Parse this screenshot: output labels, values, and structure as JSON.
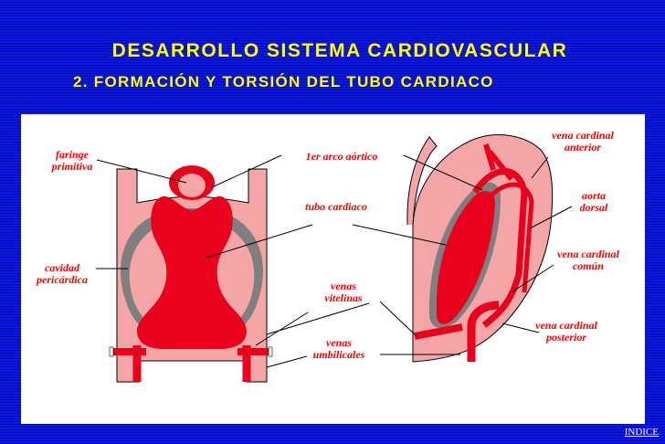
{
  "title": "DESARROLLO  SISTEMA  CARDIOVASCULAR",
  "subtitle": "2.  FORMACIÓN  Y  TORSIÓN  DEL  TUBO  CARDIACO",
  "labels": {
    "faringe": [
      "faringe",
      "primitiva"
    ],
    "cavidad": [
      "cavidad",
      "pericárdica"
    ],
    "arco": "1er arco aórtico",
    "tubo": "tubo cardiaco",
    "venas_vit": [
      "venas",
      "vitelinas"
    ],
    "venas_umb": [
      "venas",
      "umbilicales"
    ],
    "vcard_ant": [
      "vena cardinal",
      "anterior"
    ],
    "aorta": [
      "aorta",
      "dorsal"
    ],
    "vcard_com": [
      "vena cardinal",
      "común"
    ],
    "vcard_post": [
      "vena cardinal",
      "posterior"
    ]
  },
  "nav": {
    "indice": "INDICE"
  },
  "colors": {
    "background": "#0a16e6",
    "title": "#ffff00",
    "label": "#ff0000",
    "vessel": "#e8001c",
    "tissue": "#f4a6a6",
    "cavity": "#808080"
  }
}
